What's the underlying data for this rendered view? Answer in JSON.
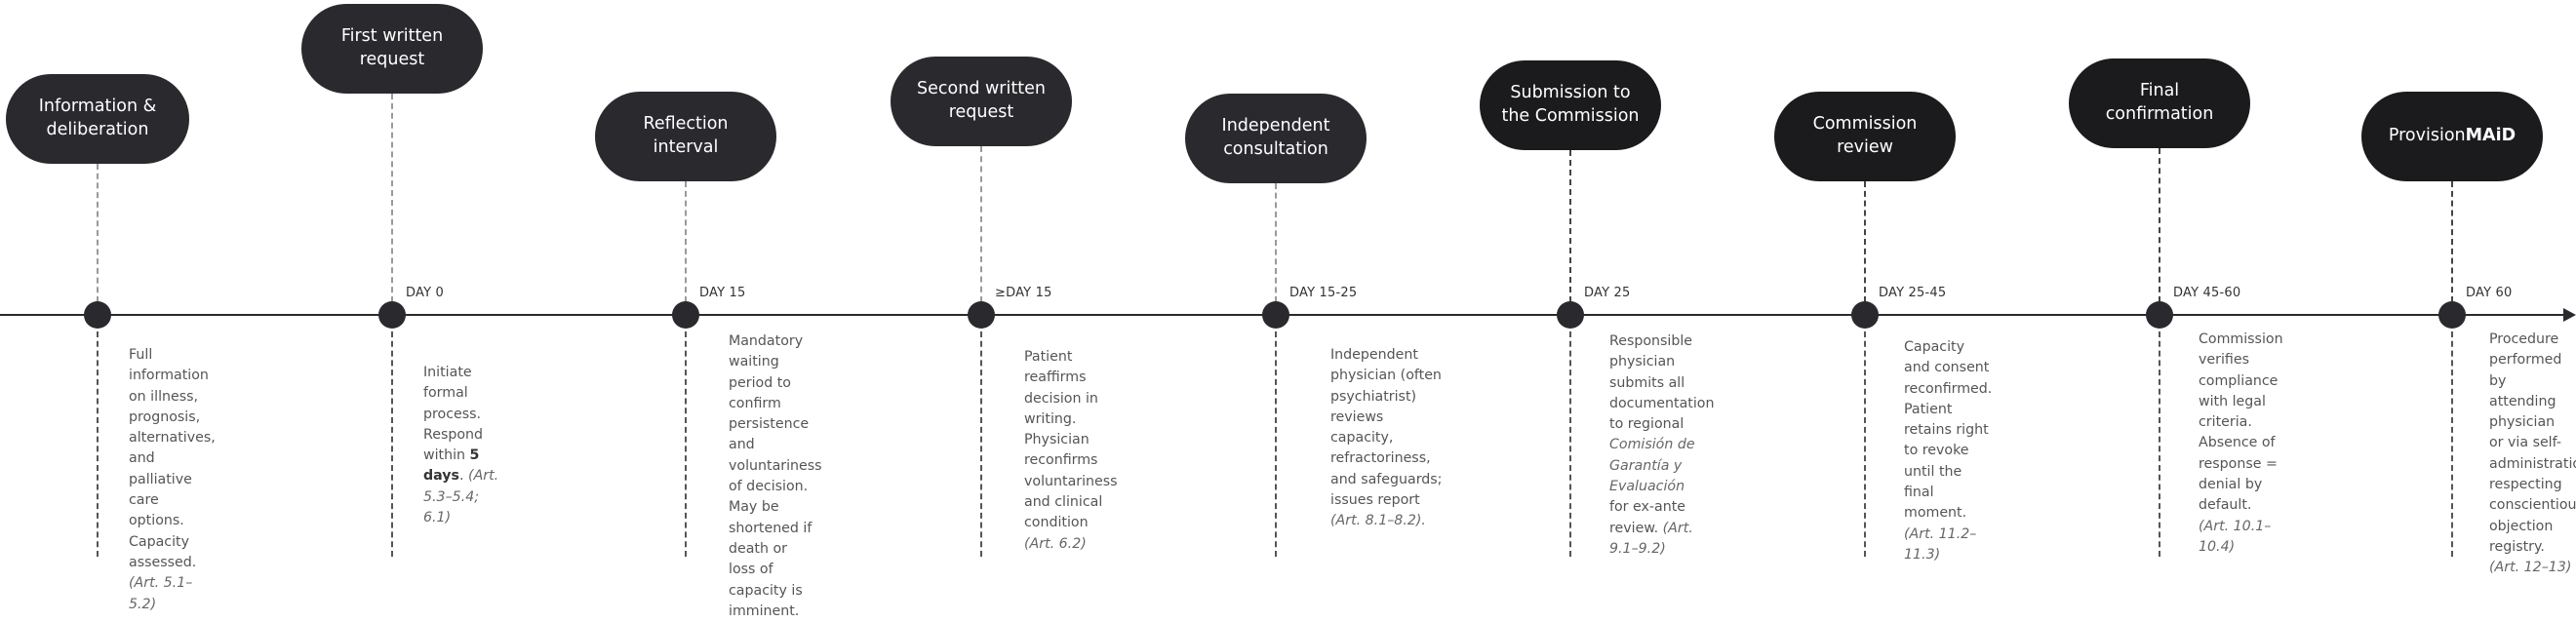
{
  "axis": {
    "color": "#2a2a2e"
  },
  "stages": [
    {
      "id": "information",
      "label": "Information & deliberation",
      "day": "",
      "desc_parts": [
        {
          "t": "Full information on illness, prognosis, alternatives, and palliative care options. Capacity assessed. "
        },
        {
          "t": "(Art. 5.1–5.2)",
          "s": "em"
        }
      ]
    },
    {
      "id": "first-request",
      "label": "First   written request",
      "day": "DAY 0",
      "desc_parts": [
        {
          "t": " Initiate formal process. Respond within "
        },
        {
          "t": "5 days",
          "s": "b"
        },
        {
          "t": ". "
        },
        {
          "t": "(Art. 5.3–5.4; 6.1)",
          "s": "em"
        }
      ]
    },
    {
      "id": "reflection",
      "label": "Reflection interval",
      "day": "DAY 15",
      "desc_parts": [
        {
          "t": " Mandatory waiting period to confirm persistence and voluntariness of decision. May be shortened if death or loss of capacity is imminent."
        }
      ]
    },
    {
      "id": "second-request",
      "label": "Second written request",
      "day": "≥DAY 15",
      "desc_parts": [
        {
          "t": " Patient reaffirms decision in writing. Physician reconfirms voluntariness and clinical condition "
        },
        {
          "t": "(Art. 6.2)",
          "s": "em"
        }
      ]
    },
    {
      "id": "consultation",
      "label": "Independent consultation",
      "day": "DAY 15-25",
      "desc_parts": [
        {
          "t": " Independent physician (often psychiatrist) reviews capacity, refractoriness, and safeguards; issues report "
        },
        {
          "t": "(Art. 8.1–8.2).",
          "s": "em"
        }
      ]
    },
    {
      "id": "submission",
      "label": "Submission to the Commission",
      "day": "DAY 25",
      "desc_parts": [
        {
          "t": "Responsible physician submits all documentation to regional "
        },
        {
          "t": "Comisión de Garantía y Evaluación",
          "s": "em"
        },
        {
          "t": " for ex-ante review. "
        },
        {
          "t": "(Art. 9.1–9.2)",
          "s": "em"
        }
      ]
    },
    {
      "id": "commission-review",
      "label": "Commission review",
      "day": "DAY 25-45",
      "desc_parts": [
        {
          "t": "Capacity and consent reconfirmed. Patient retains right to revoke until the final moment. "
        },
        {
          "t": "(Art. 11.2–11.3)",
          "s": "em"
        }
      ]
    },
    {
      "id": "final-confirmation",
      "label": "Final confirmation",
      "day": "DAY 45-60",
      "desc_parts": [
        {
          "t": "Commission verifies compliance with legal criteria. Absence of response = denial by default. "
        },
        {
          "t": "(Art. 10.1–10.4)",
          "s": "em"
        }
      ]
    },
    {
      "id": "provision",
      "label_parts": [
        {
          "t": "Provision "
        },
        {
          "t": "MAiD",
          "s": "b"
        }
      ],
      "day": "DAY 60",
      "desc_parts": [
        {
          "t": "Procedure performed by attending physician or via self-administration, respecting conscientious objection registry. "
        },
        {
          "t": "(Art. 12–13)",
          "s": "em"
        }
      ]
    }
  ]
}
